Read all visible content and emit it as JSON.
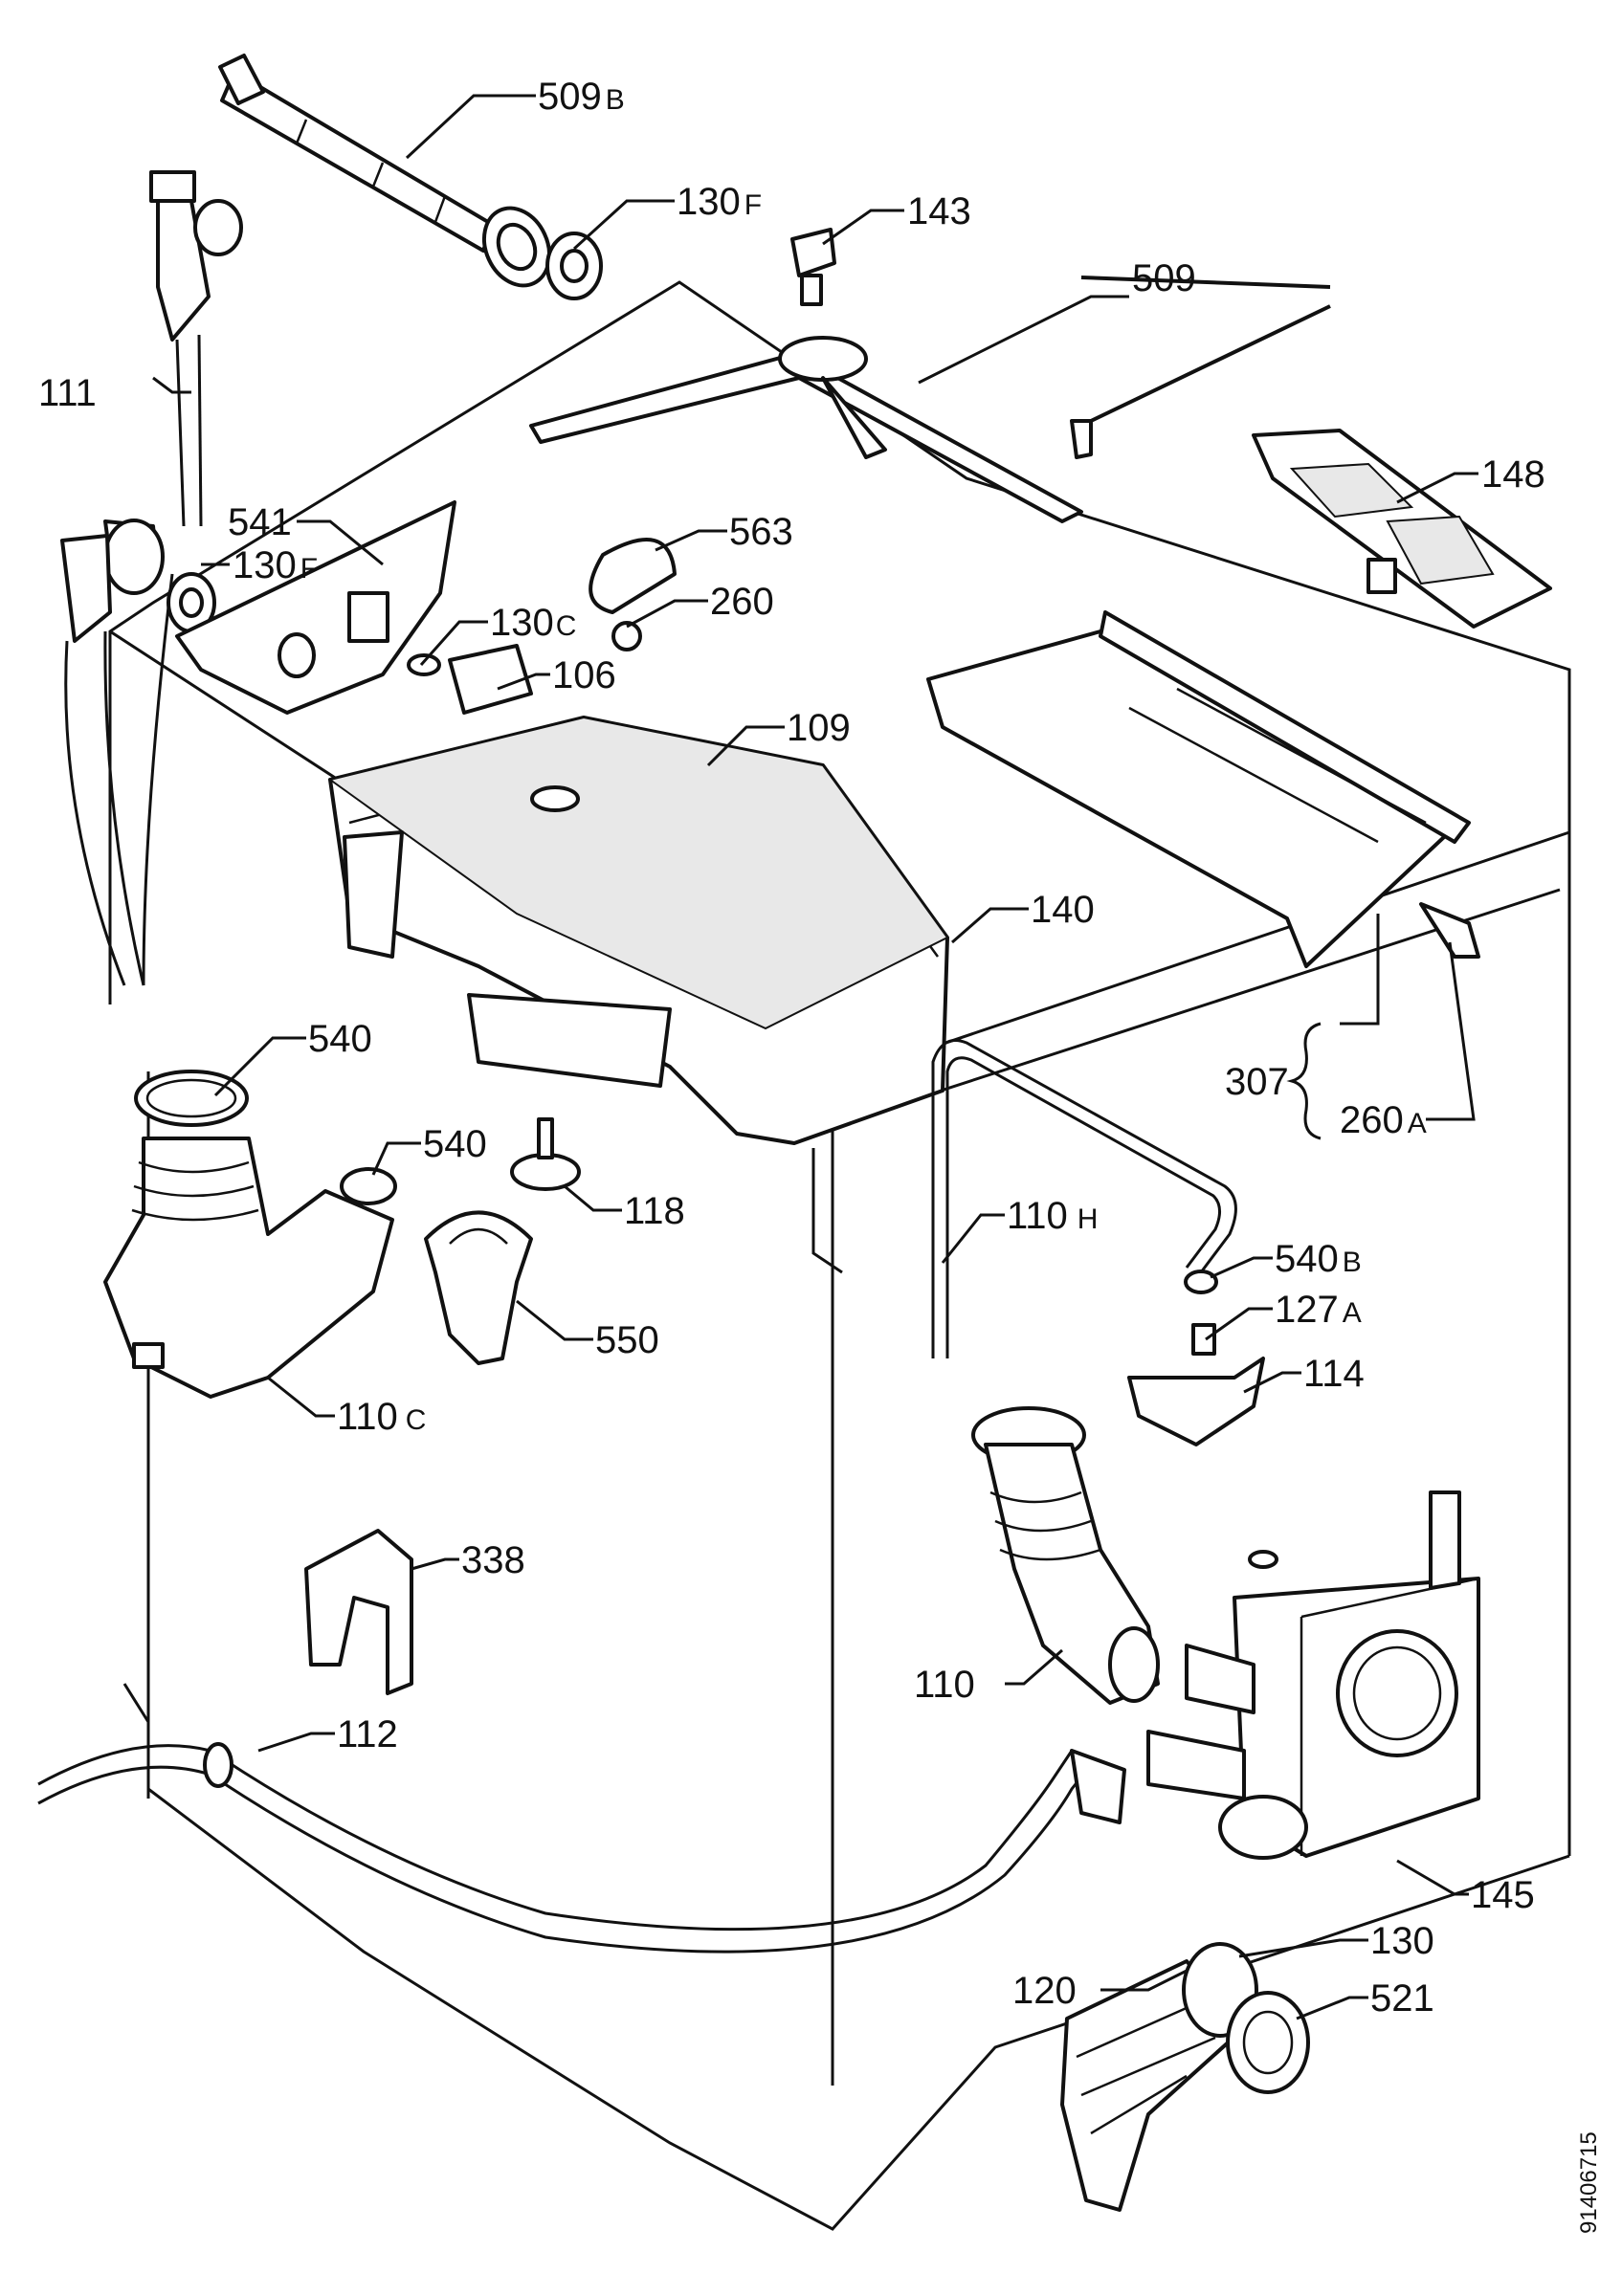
{
  "labels": {
    "p509b": {
      "num": "509",
      "suf": "B"
    },
    "p130f_top": {
      "num": "130",
      "suf": "F"
    },
    "p143": {
      "num": "143",
      "suf": ""
    },
    "p509": {
      "num": "509",
      "suf": ""
    },
    "p111": {
      "num": "111",
      "suf": ""
    },
    "p148": {
      "num": "148",
      "suf": ""
    },
    "p541": {
      "num": "541",
      "suf": ""
    },
    "p563": {
      "num": "563",
      "suf": ""
    },
    "p130f_mid": {
      "num": "130",
      "suf": "F"
    },
    "p260": {
      "num": "260",
      "suf": ""
    },
    "p130c": {
      "num": "130",
      "suf": "C"
    },
    "p106": {
      "num": "106",
      "suf": ""
    },
    "p109": {
      "num": "109",
      "suf": ""
    },
    "p140": {
      "num": "140",
      "suf": ""
    },
    "p540_a": {
      "num": "540",
      "suf": ""
    },
    "p540_b": {
      "num": "540",
      "suf": ""
    },
    "p307": {
      "num": "307",
      "suf": ""
    },
    "p260a": {
      "num": "260",
      "suf": "A"
    },
    "p118": {
      "num": "118",
      "suf": ""
    },
    "p110h": {
      "num": "110",
      "suf": "H"
    },
    "p540b": {
      "num": "540",
      "suf": "B"
    },
    "p550": {
      "num": "550",
      "suf": ""
    },
    "p127a": {
      "num": "127",
      "suf": "A"
    },
    "p110c": {
      "num": "110",
      "suf": "C"
    },
    "p114": {
      "num": "114",
      "suf": ""
    },
    "p338": {
      "num": "338",
      "suf": ""
    },
    "p110": {
      "num": "110",
      "suf": ""
    },
    "p112": {
      "num": "112",
      "suf": ""
    },
    "p145": {
      "num": "145",
      "suf": ""
    },
    "p130": {
      "num": "130",
      "suf": ""
    },
    "p120": {
      "num": "120",
      "suf": ""
    },
    "p521": {
      "num": "521",
      "suf": ""
    }
  },
  "drawing_code": "91406715"
}
